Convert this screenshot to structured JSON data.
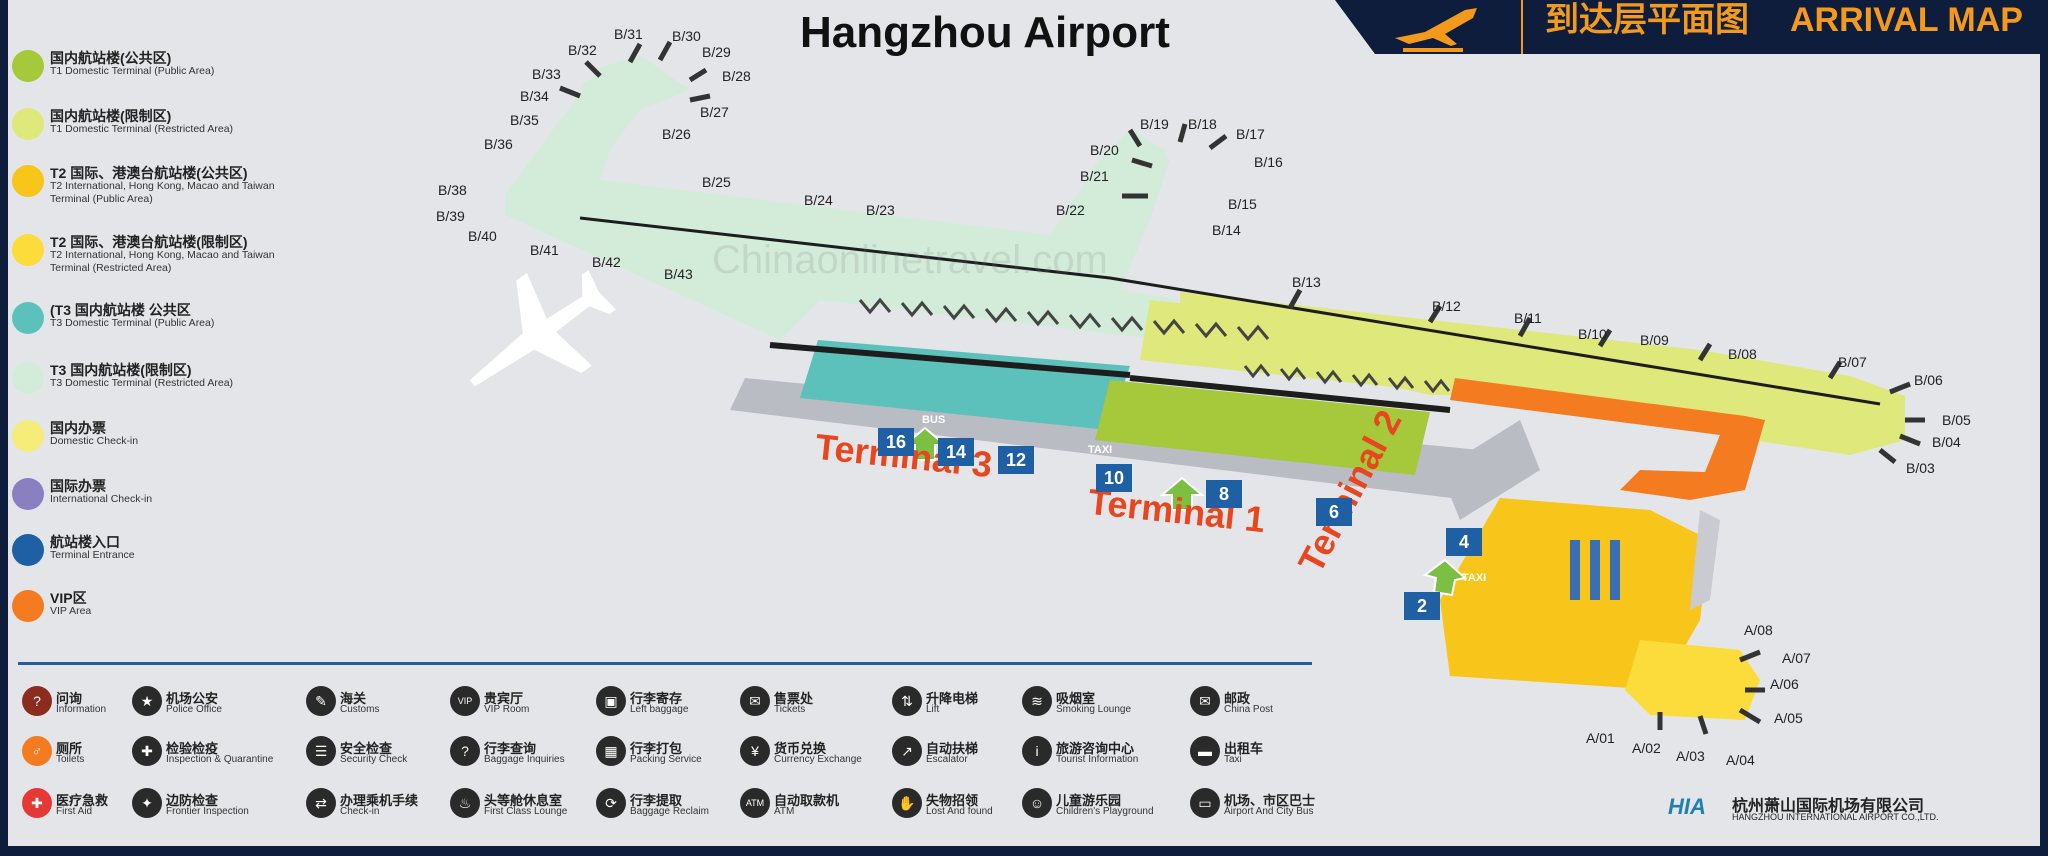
{
  "title": "Hangzhou Airport",
  "banner": {
    "cn": "到达层平面图",
    "en": "ARRIVAL MAP",
    "bg": "#0f1d3d",
    "accent": "#f39a1d"
  },
  "legend": [
    {
      "cn": "国内航站楼(公共区)",
      "en": "T1 Domestic Terminal (Public Area)",
      "color": "#a5c93a"
    },
    {
      "cn": "国内航站楼(限制区)",
      "en": "T1 Domestic Terminal (Restricted Area)",
      "color": "#dfe87a"
    },
    {
      "cn": "T2 国际、港澳台航站楼(公共区)",
      "en": "T2 International, Hong Kong, Macao and Taiwan Terminal (Public Area)",
      "color": "#f8c51a"
    },
    {
      "cn": "T2 国际、港澳台航站楼(限制区)",
      "en": "T2 International, Hong Kong, Macao and Taiwan Terminal (Restricted Area)",
      "color": "#fbdc3a"
    },
    {
      "cn": "(T3 国内航站楼 公共区",
      "en": "T3 Domestic Terminal (Public Area)",
      "color": "#5cc1bb"
    },
    {
      "cn": "T3 国内航站楼(限制区)",
      "en": "T3 Domestic Terminal (Restricted Area)",
      "color": "#d3ecd9"
    },
    {
      "cn": "国内办票",
      "en": "Domestic Check-in",
      "color": "#f5ec79"
    },
    {
      "cn": "国际办票",
      "en": "International Check-in",
      "color": "#8a7fc0"
    },
    {
      "cn": "航站楼入口",
      "en": "Terminal Entrance",
      "color": "#1f5fa3"
    },
    {
      "cn": "VIP区",
      "en": "VIP Area",
      "color": "#f47b20"
    }
  ],
  "services": [
    {
      "cn": "问询",
      "en": "Information",
      "icon": "info-icon",
      "glyph": "?",
      "color": "#8b2c1f"
    },
    {
      "cn": "机场公安",
      "en": "Police Office",
      "icon": "police-icon",
      "glyph": "★",
      "color": "#2a2a2a"
    },
    {
      "cn": "海关",
      "en": "Customs",
      "icon": "customs-icon",
      "glyph": "✎",
      "color": "#2a2a2a"
    },
    {
      "cn": "贵宾厅",
      "en": "VIP Room",
      "icon": "vip-icon",
      "glyph": "VIP",
      "color": "#2a2a2a"
    },
    {
      "cn": "行李寄存",
      "en": "Left baggage",
      "icon": "left-baggage-icon",
      "glyph": "▣",
      "color": "#2a2a2a"
    },
    {
      "cn": "售票处",
      "en": "Tickets",
      "icon": "tickets-icon",
      "glyph": "✉",
      "color": "#2a2a2a"
    },
    {
      "cn": "升降电梯",
      "en": "Lift",
      "icon": "lift-icon",
      "glyph": "⇅",
      "color": "#2a2a2a"
    },
    {
      "cn": "吸烟室",
      "en": "Smoking Lounge",
      "icon": "smoking-icon",
      "glyph": "≋",
      "color": "#2a2a2a"
    },
    {
      "cn": "邮政",
      "en": "China Post",
      "icon": "post-icon",
      "glyph": "✉",
      "color": "#2a2a2a"
    },
    {
      "cn": "厕所",
      "en": "Toilets",
      "icon": "toilet-icon",
      "glyph": "♂",
      "color": "#f47b20"
    },
    {
      "cn": "检验检疫",
      "en": "Inspection & Quarantine",
      "icon": "quarantine-icon",
      "glyph": "✚",
      "color": "#2a2a2a"
    },
    {
      "cn": "安全检查",
      "en": "Security Check",
      "icon": "security-icon",
      "glyph": "☰",
      "color": "#2a2a2a"
    },
    {
      "cn": "行李查询",
      "en": "Baggage Inquiries",
      "icon": "baggage-inquiry-icon",
      "glyph": "?",
      "color": "#2a2a2a"
    },
    {
      "cn": "行李打包",
      "en": "Packing Service",
      "icon": "packing-icon",
      "glyph": "▦",
      "color": "#2a2a2a"
    },
    {
      "cn": "货币兑换",
      "en": "Currency Exchange",
      "icon": "currency-icon",
      "glyph": "¥",
      "color": "#2a2a2a"
    },
    {
      "cn": "自动扶梯",
      "en": "Escalator",
      "icon": "escalator-icon",
      "glyph": "↗",
      "color": "#2a2a2a"
    },
    {
      "cn": "旅游咨询中心",
      "en": "Tourist Information",
      "icon": "tourist-info-icon",
      "glyph": "i",
      "color": "#2a2a2a"
    },
    {
      "cn": "出租车",
      "en": "Taxi",
      "icon": "taxi-icon",
      "glyph": "▬",
      "color": "#2a2a2a"
    },
    {
      "cn": "医疗急救",
      "en": "First Aid",
      "icon": "first-aid-icon",
      "glyph": "✚",
      "color": "#e53935"
    },
    {
      "cn": "边防检查",
      "en": "Frontier Inspection",
      "icon": "frontier-icon",
      "glyph": "✦",
      "color": "#2a2a2a"
    },
    {
      "cn": "办理乘机手续",
      "en": "Check-in",
      "icon": "check-in-icon",
      "glyph": "⇄",
      "color": "#2a2a2a"
    },
    {
      "cn": "头等舱休息室",
      "en": "First Class Lounge",
      "icon": "lounge-icon",
      "glyph": "♨",
      "color": "#2a2a2a"
    },
    {
      "cn": "行李提取",
      "en": "Baggage Reclaim",
      "icon": "baggage-reclaim-icon",
      "glyph": "⟳",
      "color": "#2a2a2a"
    },
    {
      "cn": "自动取款机",
      "en": "ATM",
      "icon": "atm-icon",
      "glyph": "ATM",
      "color": "#2a2a2a"
    },
    {
      "cn": "失物招领",
      "en": "Lost And found",
      "icon": "lost-found-icon",
      "glyph": "✋",
      "color": "#2a2a2a"
    },
    {
      "cn": "儿童游乐园",
      "en": "Children's Playground",
      "icon": "playground-icon",
      "glyph": "☺",
      "color": "#2a2a2a"
    },
    {
      "cn": "机场、市区巴士",
      "en": "Airport And City Bus",
      "icon": "bus-icon",
      "glyph": "▭",
      "color": "#2a2a2a"
    }
  ],
  "terminals": {
    "t1": "Terminal 1",
    "t2": "Terminal 2",
    "t3": "Terminal 3"
  },
  "entrances": [
    "16",
    "14",
    "12",
    "10",
    "8",
    "6",
    "4",
    "2"
  ],
  "labels": {
    "bus": "BUS",
    "taxi": "TAXI",
    "taxi2": "TAXI"
  },
  "gates": [
    "B/31",
    "B/30",
    "B/32",
    "B/29",
    "B/33",
    "B/28",
    "B/34",
    "B/27",
    "B/35",
    "B/26",
    "B/36",
    "B/25",
    "B/38",
    "B/39",
    "B/40",
    "B/41",
    "B/42",
    "B/43",
    "B/24",
    "B/23",
    "B/19",
    "B/18",
    "B/17",
    "B/16",
    "B/20",
    "B/21",
    "B/22",
    "B/15",
    "B/14",
    "B/13",
    "B/12",
    "B/11",
    "B/10",
    "B/09",
    "B/08",
    "B/07",
    "B/06",
    "B/05",
    "B/04",
    "B/03",
    "A/08",
    "A/07",
    "A/06",
    "A/05",
    "A/04",
    "A/03",
    "A/02",
    "A/01"
  ],
  "watermark": "Chinaonlinetravel.com",
  "company": {
    "logo": "HIA",
    "cn": "杭州萧山国际机场有限公司",
    "en": "HANGZHOU INTERNATIONAL AIRPORT CO.,LTD."
  }
}
